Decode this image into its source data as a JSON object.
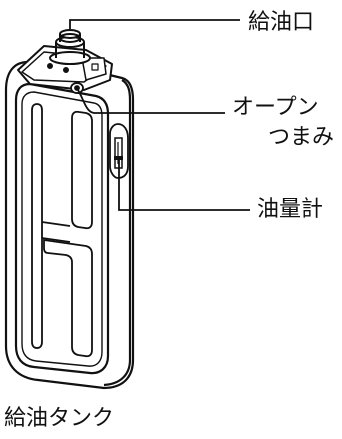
{
  "callouts": {
    "oil_filler": "給油口",
    "open_knob_line1": "オープン",
    "open_knob_line2": "つまみ",
    "oil_gauge": "油量計"
  },
  "caption": "給油タンク"
}
